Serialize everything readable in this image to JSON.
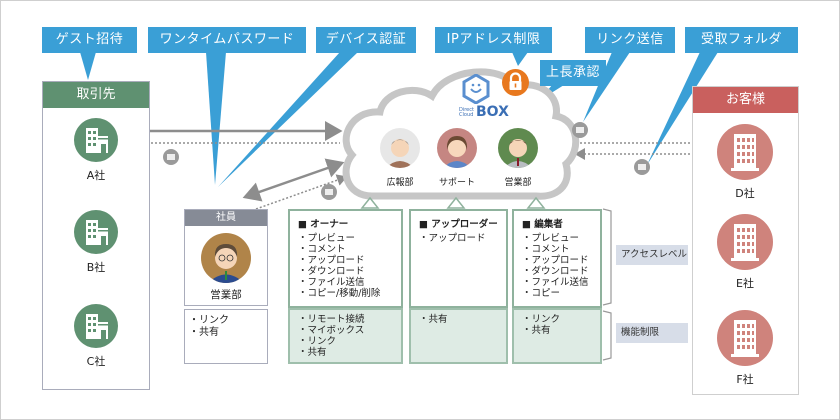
{
  "colors": {
    "callout": "#3a9fd6",
    "partner": "#5f9171",
    "customer": "#c9605e",
    "customer_icon": "#cf837c",
    "lock": "#e8781e",
    "employee_head": "#868b96",
    "role_border": "#8fb29d",
    "function_bg": "#deebe4",
    "tag_bg": "#d7dde8",
    "arrow": "#8d8d8d"
  },
  "callouts": [
    {
      "label": "ゲスト招待"
    },
    {
      "label": "ワンタイムパスワード"
    },
    {
      "label": "デバイス認証"
    },
    {
      "label": "IPアドレス制限"
    },
    {
      "label": "上長承認"
    },
    {
      "label": "リンク送信"
    },
    {
      "label": "受取フォルダ"
    }
  ],
  "partners": {
    "title": "取引先",
    "icon": "office-building-icon",
    "companies": [
      {
        "name": "A社"
      },
      {
        "name": "B社"
      },
      {
        "name": "C社"
      }
    ]
  },
  "customers": {
    "title": "お客様",
    "icon": "tower-building-icon",
    "companies": [
      {
        "name": "D社"
      },
      {
        "name": "E社"
      },
      {
        "name": "F社"
      }
    ]
  },
  "cloud": {
    "logo_small": "Direct Cloud",
    "logo_big": "BOX",
    "lock_icon": "padlock-icon",
    "departments": [
      {
        "name": "広報部"
      },
      {
        "name": "サポート"
      },
      {
        "name": "営業部"
      }
    ]
  },
  "employee": {
    "title": "社員",
    "department": "営業部",
    "functions": [
      "リンク",
      "共有"
    ]
  },
  "roles": [
    {
      "title": "オーナー",
      "permissions": [
        "プレビュー",
        "コメント",
        "アップロード",
        "ダウンロード",
        "ファイル送信",
        "コピー/移動/削除"
      ],
      "functions": [
        "リモート接続",
        "マイボックス",
        "リンク",
        "共有"
      ]
    },
    {
      "title": "アップローダー",
      "permissions": [
        "アップロード"
      ],
      "functions": [
        "共有"
      ]
    },
    {
      "title": "編集者",
      "permissions": [
        "プレビュー",
        "コメント",
        "アップロード",
        "ダウンロード",
        "ファイル送信",
        "コピー"
      ],
      "functions": [
        "リンク",
        "共有"
      ]
    }
  ],
  "legend": {
    "access_level": "アクセスレベル",
    "function_limit": "機能制限"
  }
}
